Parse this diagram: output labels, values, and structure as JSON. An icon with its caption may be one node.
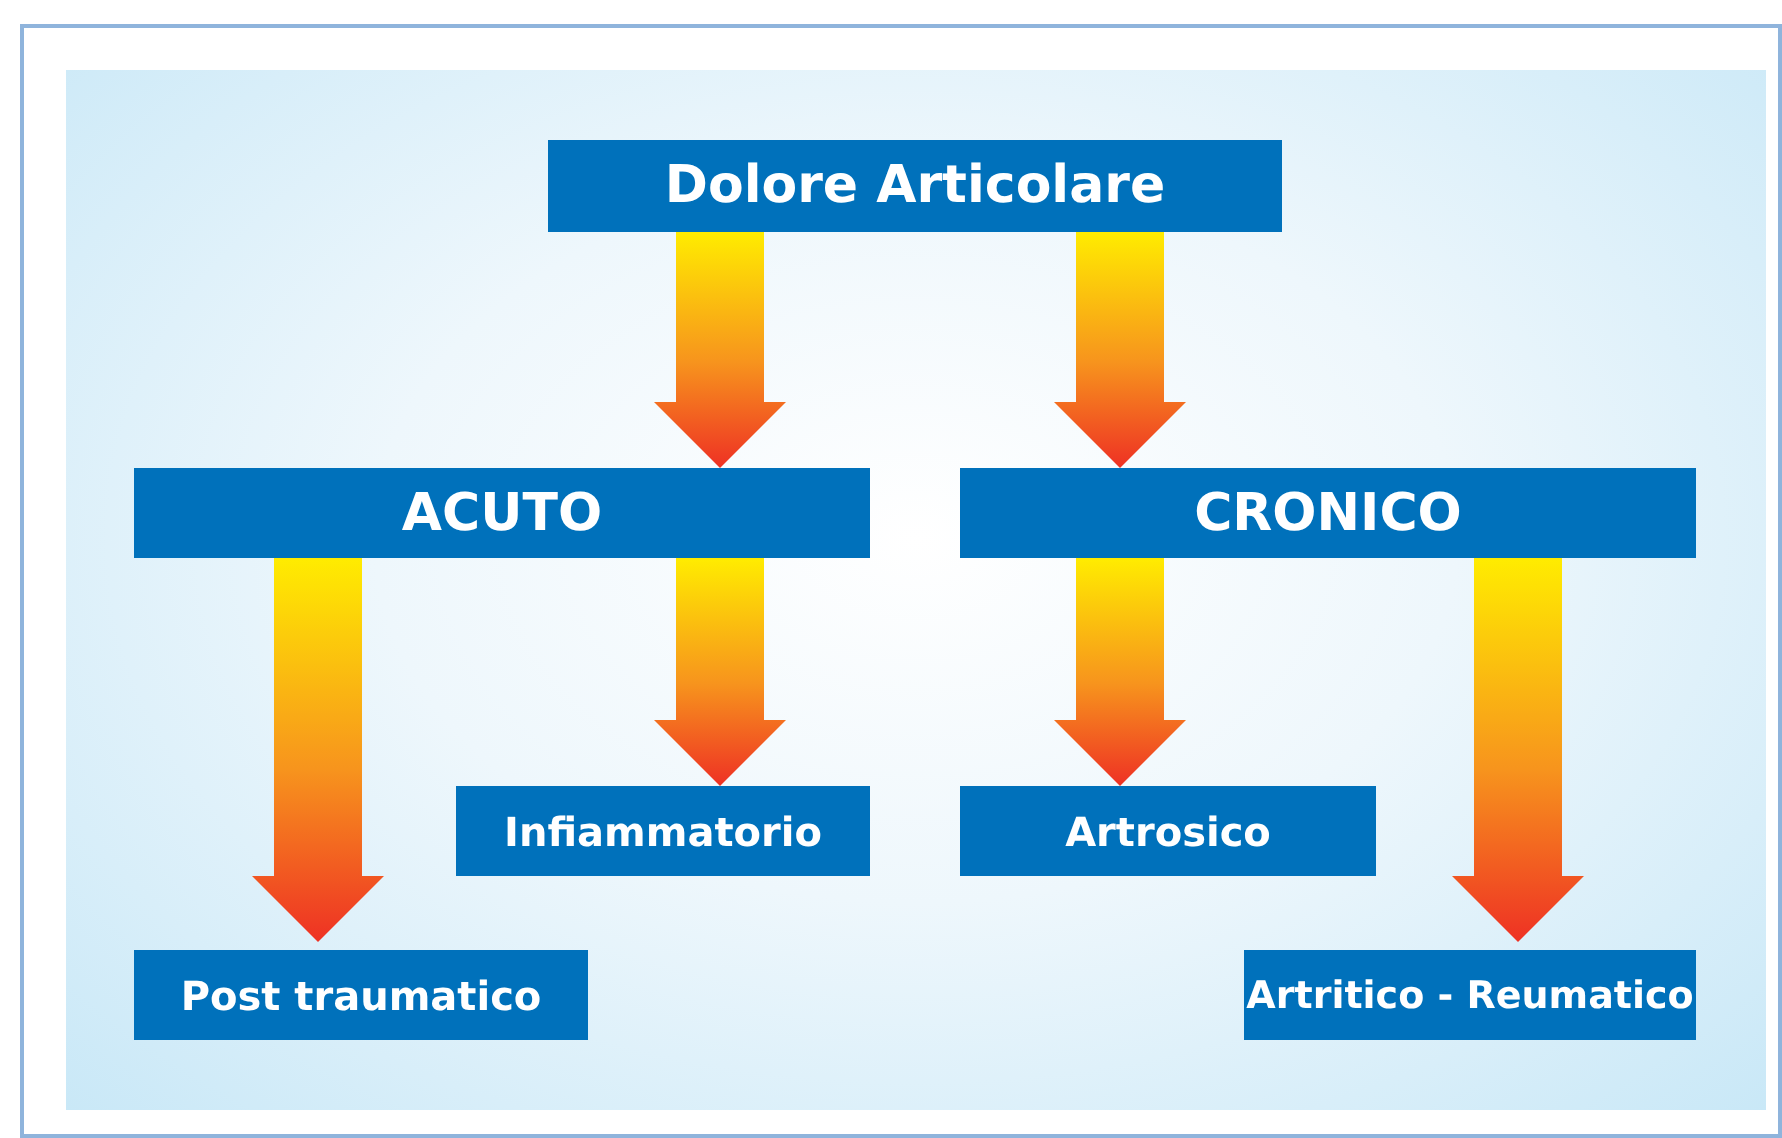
{
  "diagram": {
    "nodes": [
      {
        "text": [
          "Dolore Articolare"
        ]
      },
      {
        "text": [
          "ACUTO"
        ]
      },
      {
        "text": [
          "CRONICO"
        ]
      },
      {
        "text": [
          "Infiammatorio"
        ]
      },
      {
        "text": [
          "Artrosico"
        ]
      },
      {
        "text": [
          "Post traumatico"
        ]
      },
      {
        "text": [
          "Artritico - Reumatico"
        ]
      }
    ],
    "edges": [
      {
        "from": 0,
        "to": 1,
        "arrow": "to"
      },
      {
        "from": 0,
        "to": 2,
        "arrow": "to"
      },
      {
        "from": 1,
        "to": 5,
        "arrow": "to"
      },
      {
        "from": 1,
        "to": 3,
        "arrow": "to"
      },
      {
        "from": 2,
        "to": 4,
        "arrow": "to"
      },
      {
        "from": 2,
        "to": 6,
        "arrow": "to"
      }
    ]
  }
}
